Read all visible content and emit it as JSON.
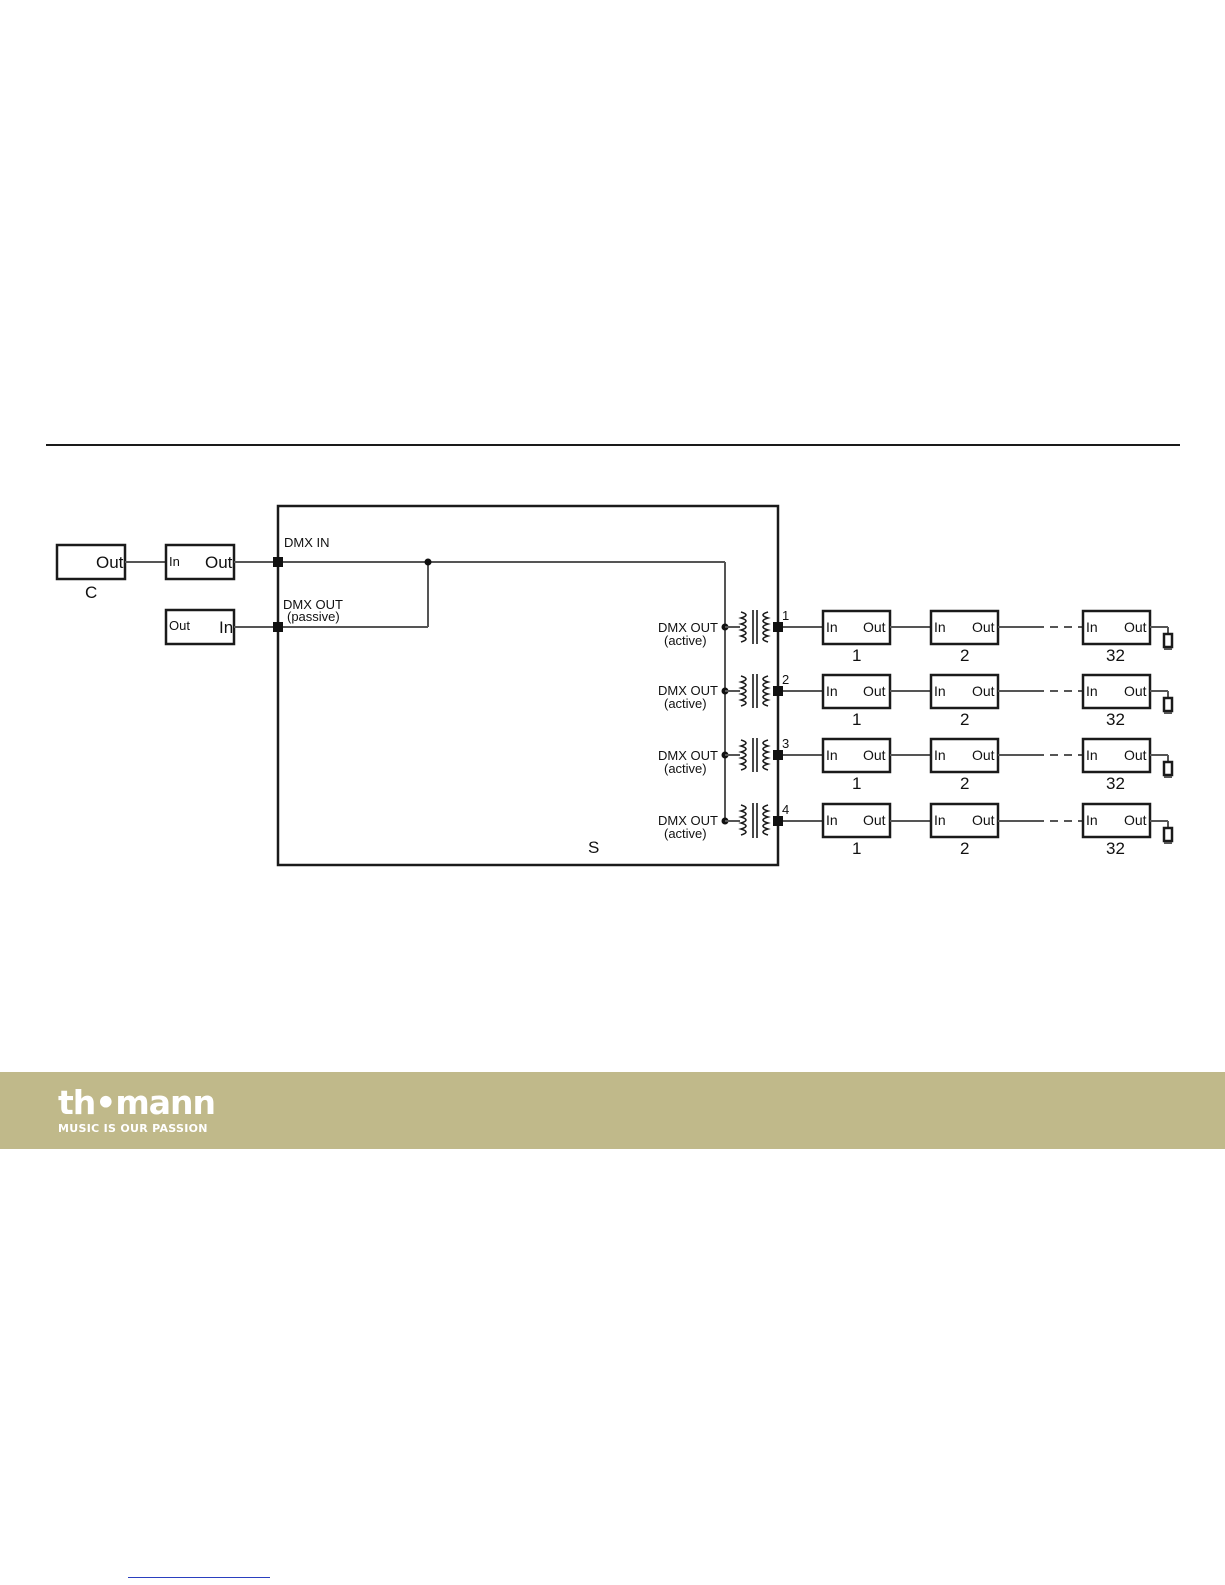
{
  "diagram": {
    "controller": {
      "out_label": "Out",
      "caption": "C"
    },
    "input_device": {
      "in_label": "In",
      "out_label": "Out"
    },
    "passive_device": {
      "out_label": "Out",
      "in_label": "In"
    },
    "splitter": {
      "caption": "S",
      "dmx_in_label": "DMX IN",
      "dmx_out_passive_label": "DMX OUT",
      "dmx_out_passive_sub": "(passive)",
      "outputs": [
        {
          "port": "1",
          "label": "DMX OUT",
          "sub": "(active)"
        },
        {
          "port": "2",
          "label": "DMX OUT",
          "sub": "(active)"
        },
        {
          "port": "3",
          "label": "DMX OUT",
          "sub": "(active)"
        },
        {
          "port": "4",
          "label": "DMX OUT",
          "sub": "(active)"
        }
      ]
    },
    "chain_device": {
      "in_label": "In",
      "out_label": "Out"
    },
    "chain_numbers": [
      "1",
      "2",
      "32"
    ]
  },
  "footer": {
    "logo_text": "th•mann",
    "tagline": "MUSIC IS OUR PASSION",
    "background_color": "#c0b98a"
  }
}
